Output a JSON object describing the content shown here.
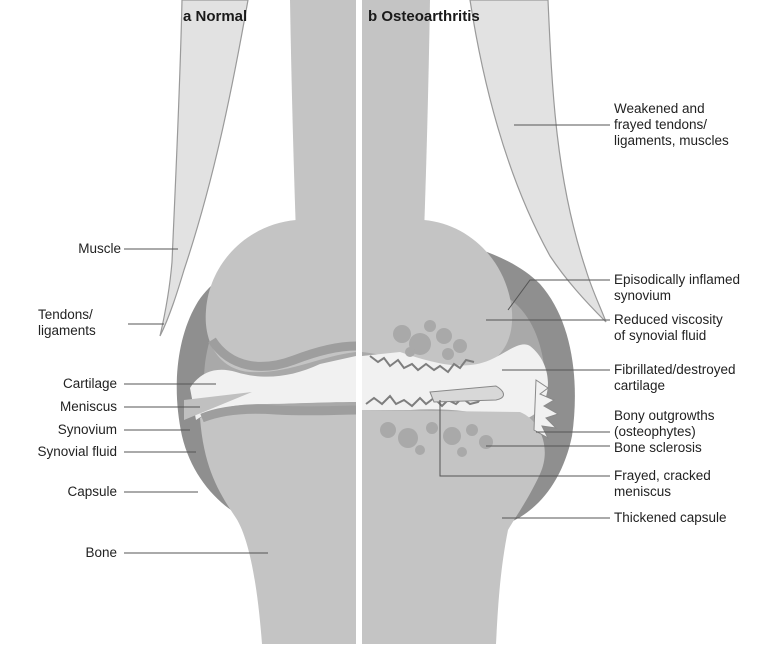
{
  "panels": [
    {
      "letter": "a",
      "title": "Normal"
    },
    {
      "letter": "b",
      "title": "Osteoarthritis"
    }
  ],
  "labels_normal": [
    "Muscle",
    "Tendons/",
    "ligaments",
    "Cartilage",
    "Meniscus",
    "Synovium",
    "Synovial fluid",
    "Capsule",
    "Bone"
  ],
  "labels_oa": [
    "Weakened and",
    "frayed tendons/",
    "ligaments, muscles",
    "Episodically inflamed",
    "synovium",
    "Reduced viscosity",
    "of synovial fluid",
    "Fibrillated/destroyed",
    "cartilage",
    "Bony outgrowths",
    "(osteophytes)",
    "Bone sclerosis",
    "Frayed, cracked",
    "meniscus",
    "Thickened capsule"
  ],
  "colors": {
    "bone": "#c4c4c4",
    "bone_dark": "#b4b4b4",
    "capsule": "#8f8f8f",
    "cartilage": "#9e9e9e",
    "fluid": "#f1f1f1",
    "muscle": "#e2e2e2",
    "line": "#555555",
    "sclerosis": "#a9a9a9"
  }
}
